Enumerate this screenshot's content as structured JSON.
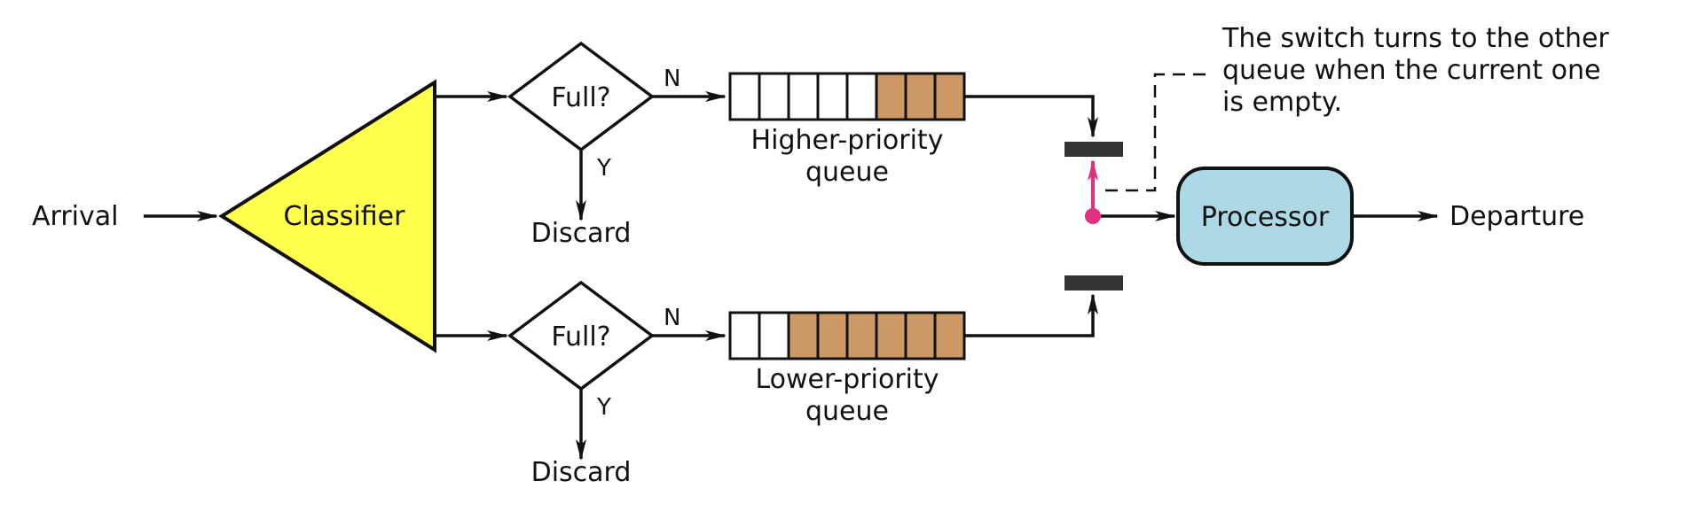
{
  "labels": {
    "arrival": "Arrival",
    "classifier": "Classifier",
    "full_top": "Full?",
    "full_bottom": "Full?",
    "n_top": "N",
    "n_bottom": "N",
    "y_top": "Y",
    "y_bottom": "Y",
    "discard_top": "Discard",
    "discard_bottom": "Discard",
    "higher_queue_line1": "Higher-priority",
    "higher_queue_line2": "queue",
    "lower_queue_line1": "Lower-priority",
    "lower_queue_line2": "queue",
    "processor": "Processor",
    "departure": "Departure",
    "note_line1": "The switch turns to the other",
    "note_line2": "queue when the current one",
    "note_line3": "is empty."
  },
  "queues": {
    "higher": {
      "slots": 8,
      "filled": 3
    },
    "lower": {
      "slots": 8,
      "filled": 6
    }
  },
  "colors": {
    "classifier_fill": "#ffff4d",
    "queue_filled": "#cc9966",
    "queue_empty": "#ffffff",
    "processor_fill": "#add8e6",
    "switch_accent": "#e0307f",
    "switch_bar": "#333333",
    "stroke": "#111111"
  }
}
